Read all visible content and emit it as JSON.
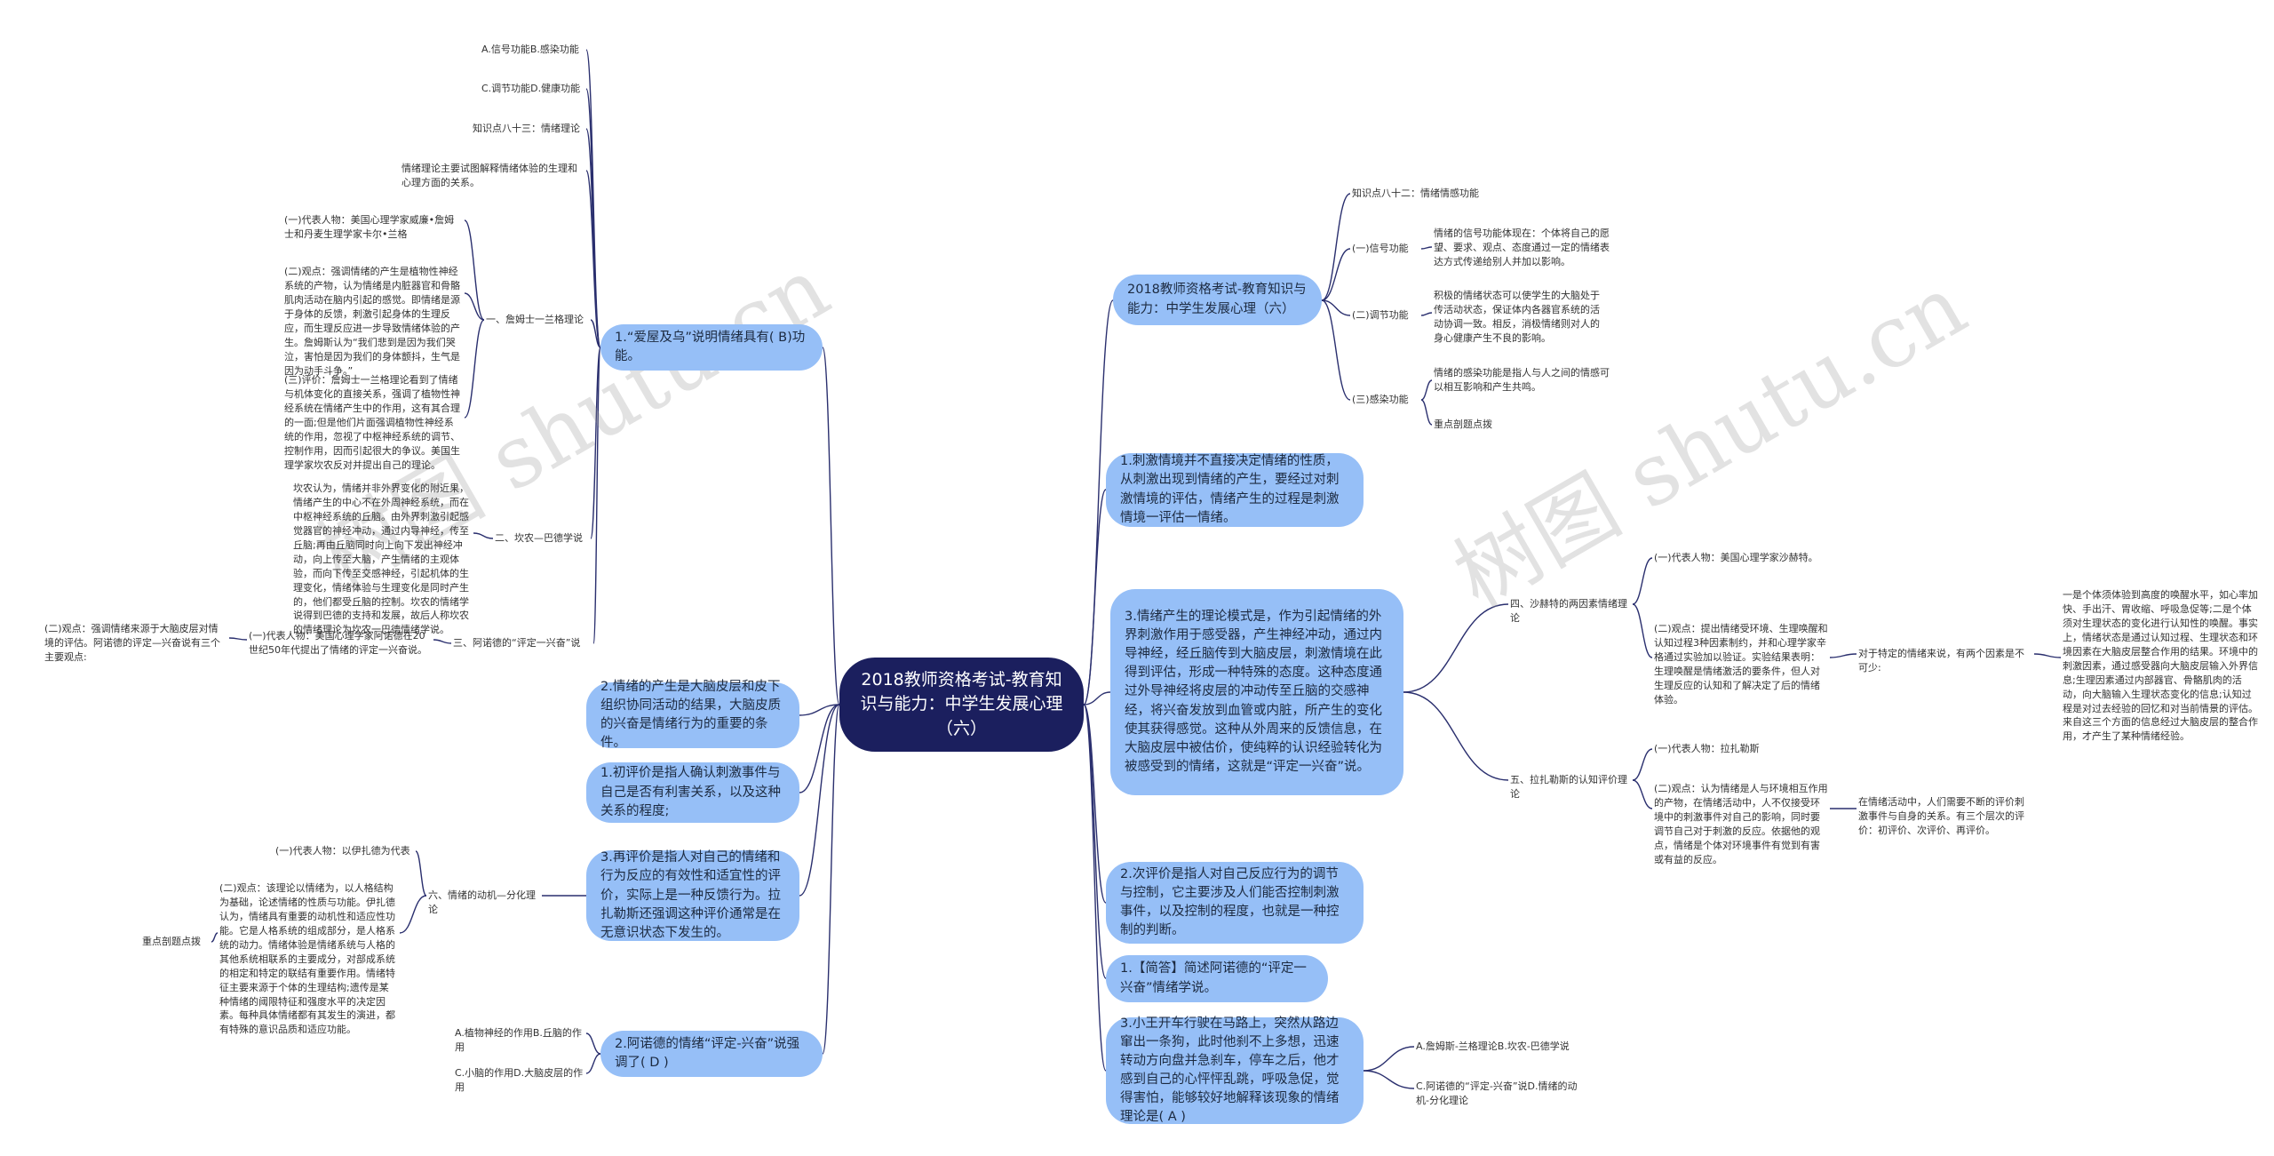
{
  "center": "2018教师资格考试-教育知识与能力：中学生发展心理（六）",
  "watermarks": [
    "树图 shutu.cn",
    "树图 shutu.cn"
  ],
  "topics": {
    "t1": "2018教师资格考试-教育知识与能力：中学生发展心理（六）",
    "t2": "1.刺激情境并不直接决定情绪的性质，从刺激出现到情绪的产生，要经过对刺激情境的评估，情绪产生的过程是刺激情境一评估一情绪。",
    "t3": "3.情绪产生的理论模式是，作为引起情绪的外界刺激作用于感受器，产生神经冲动，通过内导神经，经丘脑传到大脑皮层，刺激情境在此得到评估，形成一种特殊的态度。这种态度通过外导神经将皮层的冲动传至丘脑的交感神经，将兴奋发放到血管或内脏，所产生的变化使其获得感觉。这种从外周来的反馈信息，在大脑皮层中被估价，使纯粹的认识经验转化为被感受到的情绪，这就是“评定一兴奋”说。",
    "t4": "2.次评价是指人对自己反应行为的调节与控制，它主要涉及人们能否控制刺激事件，以及控制的程度，也就是一种控制的判断。",
    "t5": "1.【简答】简述阿诺德的“评定一兴奋”情绪学说。",
    "t6": "3.小王开车行驶在马路上，突然从路边窜出一条狗，此时他刹不上多想，迅速转动方向盘并急刹车，停车之后，他才感到自己的心怦怦乱跳，呼吸急促，觉得害怕，能够较好地解释该现象的情绪理论是( A )",
    "t7": "1.“爱屋及乌”说明情绪具有( B)功能。",
    "t8": "2.情绪的产生是大脑皮层和皮下组织协同活动的结果，大脑皮质的兴奋是情绪行为的重要的条件。",
    "t9": "1.初评价是指人确认刺激事件与自己是否有利害关系，以及这种关系的程度;",
    "t10": "3.再评价是指人对自己的情绪和行为反应的有效性和适宜性的评价，实际上是一种反馈行为。拉扎勒斯还强调这种评价通常是在无意识状态下发生的。",
    "t11": "2.阿诺德的情绪“评定-兴奋”说强调了( D )"
  },
  "leaves": {
    "r1a": "知识点八十二：情绪情感功能",
    "r1b": "(一)信号功能",
    "r1b1": "情绪的信号功能体现在：个体将自己的愿望、要求、观点、态度通过一定的情绪表达方式传递给别人并加以影响。",
    "r1c": "(二)调节功能",
    "r1c1": "积极的情绪状态可以使学生的大脑处于传活动状态，保证体内各器官系统的活动协调一致。相反，消极情绪则对人的身心健康产生不良的影响。",
    "r1d": "(三)感染功能",
    "r1d1": "情绪的感染功能是指人与人之间的情感可以相互影响和产生共鸣。",
    "r1e": "重点剖题点拨",
    "r3a": "四、沙赫特的两因素情绪理论",
    "r3a1": "(一)代表人物：美国心理学家沙赫特。",
    "r3a2": "(二)观点：提出情绪受环境、生理唤醒和认知过程3种因素制约，并和心理学家辛格通过实验加以验证。实验结果表明：生理唤醒是情绪激活的要条件，但人对生理反应的认知和了解决定了后的情绪体验。",
    "r3a3": "对于特定的情绪来说，有两个因素是不可少:",
    "r3a4": "一是个体须体验到高度的唤醒水平，如心率加快、手出汗、胃收缩、呼吸急促等;二是个体须对生理状态的变化进行认知性的唤醒。事实上，情绪状态是通过认知过程、生理状态和环境因素在大脑皮层整合作用的结果。环境中的刺激因素，通过感受器向大脑皮层输入外界信息;生理因素通过内部器官、骨骼肌肉的活动，向大脑输入生理状态变化的信息;认知过程是对过去经验的回忆和对当前情景的评估。来自这三个方面的信息经过大脑皮层的整合作用，才产生了某种情绪经验。",
    "r3b": "五、拉扎勒斯的认知评价理论",
    "r3b1": "(一)代表人物：拉扎勒斯",
    "r3b2": "(二)观点：认为情绪是人与环境相互作用的产物，在情绪活动中，人不仅接受环境中的刺激事件对自己的影响，同时要调节自己对于刺激的反应。依据他的观点，情绪是个体对环境事件有觉到有害或有益的反应。",
    "r3b3": "在情绪活动中，人们需要不断的评价刺激事件与自身的关系。有三个层次的评价：初评价、次评价、再评价。",
    "r6a": "A.詹姆斯-兰格理论B.坎农-巴德学说",
    "r6b": "C.阿诺德的“评定-兴奋”说D.情绪的动机-分化理论",
    "l7a": "A.信号功能B.感染功能",
    "l7b": "C.调节功能D.健康功能",
    "l7c": "知识点八十三：情绪理论",
    "l7d": "情绪理论主要试图解释情绪体验的生理和心理方面的关系。",
    "l7e": "一、詹姆士一兰格理论",
    "l7e1": "(一)代表人物：美国心理学家威廉•詹姆士和丹麦生理学家卡尔•兰格",
    "l7e2": "(二)观点：强调情绪的产生是植物性神经系统的产物，认为情绪是内脏器官和骨骼肌肉活动在脑内引起的感觉。即情绪是源于身体的反馈，刺激引起身体的生理反应，而生理反应进一步导致情绪体验的产生。詹姆斯认为“我们悲到是因为我们哭泣，害怕是因为我们的身体颤抖，生气是因为动手斗争。”",
    "l7e3": "(三)评价：詹姆士一兰格理论看到了情绪与机体变化的直接关系，强调了植物性神经系统在情绪产生中的作用，这有其合理的一面;但是他们片面强调植物性神经系统的作用，忽视了中枢神经系统的调节、控制作用，因而引起很大的争议。美国生理学家坎农反对并提出自己的理论。",
    "l7f": "二、坎农—巴德学说",
    "l7f1": "坎农认为，情绪并非外界变化的附近果，情绪产生的中心不在外周神经系统，而在中枢神经系统的丘脑。由外界刺激引起感觉器官的神经冲动，通过内导神经，传至丘脑;再由丘脑同时向上向下发出神经冲动，向上传至大脑，产生情绪的主观体验，而向下传至交感神经，引起机体的生理变化，情绪体验与生理变化是同时产生的，他们都受丘脑的控制。坎农的情绪学说得到巴德的支持和发展，故后人称坎农的情绪理论为坎农一巴德情绪学说。",
    "l7g": "三、阿诺德的“评定一兴奋”说",
    "l7g1": "(一)代表人物：美国心理学家阿诺德在20世纪50年代提出了情绪的评定一兴奋说。",
    "l7g2": "(二)观点：强调情绪来源于大脑皮层对情境的评估。阿诺德的评定—兴奋说有三个主要观点:",
    "l10a": "六、情绪的动机—分化理论",
    "l10a1": "(一)代表人物：以伊扎德为代表",
    "l10a2": "(二)观点：该理论以情绪为，以人格结构为基础，论述情绪的性质与功能。伊扎德认为，情绪具有重要的动机性和适应性功能。它是人格系统的组成部分，是人格系统的动力。情绪体验是情绪系统与人格的其他系统相联系的主要成分，对部成系统的相定和特定的联结有重要作用。情绪特征主要来源于个体的生理结构;遗传是某种情绪的阈限特征和强度水平的决定因素。每种具体情绪都有其发生的演进，都有特殊的意识品质和适应功能。",
    "l10b": "重点剖题点拨",
    "l11a": "A.植物神经的作用B.丘脑的作用",
    "l11b": "C.小脑的作用D.大脑皮层的作用"
  }
}
